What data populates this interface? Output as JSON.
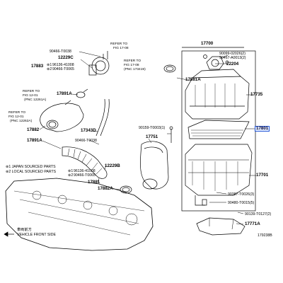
{
  "labels": {
    "p17700": "17700",
    "p90099_2": "90099-02026(2)",
    "p90467": "90467-A0013(2)",
    "p22204": "22204",
    "p17881A": "17881A",
    "p17735": "17735",
    "p17801": "17801",
    "p90159": "90159-T0003(1)",
    "p17751": "17751",
    "p17701": "17701",
    "p90387": "90387-T0026(3)",
    "p90480": "90480-T0015(5)",
    "p90139": "90139-T0127(2)",
    "p17771A": "17771A",
    "p90466_t": "90466-T0038",
    "p12229C": "12229C",
    "ref_fig_17": "REFER TO",
    "ref_fig_17b": "FIG 17-08",
    "ref_pnc_17": "(PNC 173419)",
    "ref_fig_17c": "REFER TO",
    "ref_fig_17d": "FIG 17-08",
    "p17883": "17883",
    "p96136": "96136-41008",
    "p90466_2": "90466-T0065",
    "p17891A_1": "17891A",
    "ref_fig_12": "REFER TO",
    "ref_fig_12b": "FIG 12-01",
    "ref_pnc_12": "(PNC 12261A)",
    "ref_fig_12c": "REFER TO",
    "ref_fig_12d": "FIG 12-01",
    "ref_pnc_12b": "(PNC 12262A)",
    "p17882": "17882",
    "p17891A_2": "17891A",
    "p17343D": "17343D",
    "p90466_3": "90466-T0038",
    "p96136_2": "96136-41008",
    "p90466_4": "90466-T0065",
    "p12229B": "12229B",
    "p17881": "17881",
    "p17882A": "17882A",
    "legend_1": "⊛1 JAPAN SOURCED PARTS",
    "legend_2": "⊛2 LOCAL SOURCED PARTS",
    "m1": "⊛1",
    "m2": "⊛2",
    "m1b": "⊛1",
    "m2b": "⊛2",
    "front_jp": "車両前方",
    "front_en": "VEHICLE FRONT SIDE",
    "diagram_no": "179238B"
  }
}
